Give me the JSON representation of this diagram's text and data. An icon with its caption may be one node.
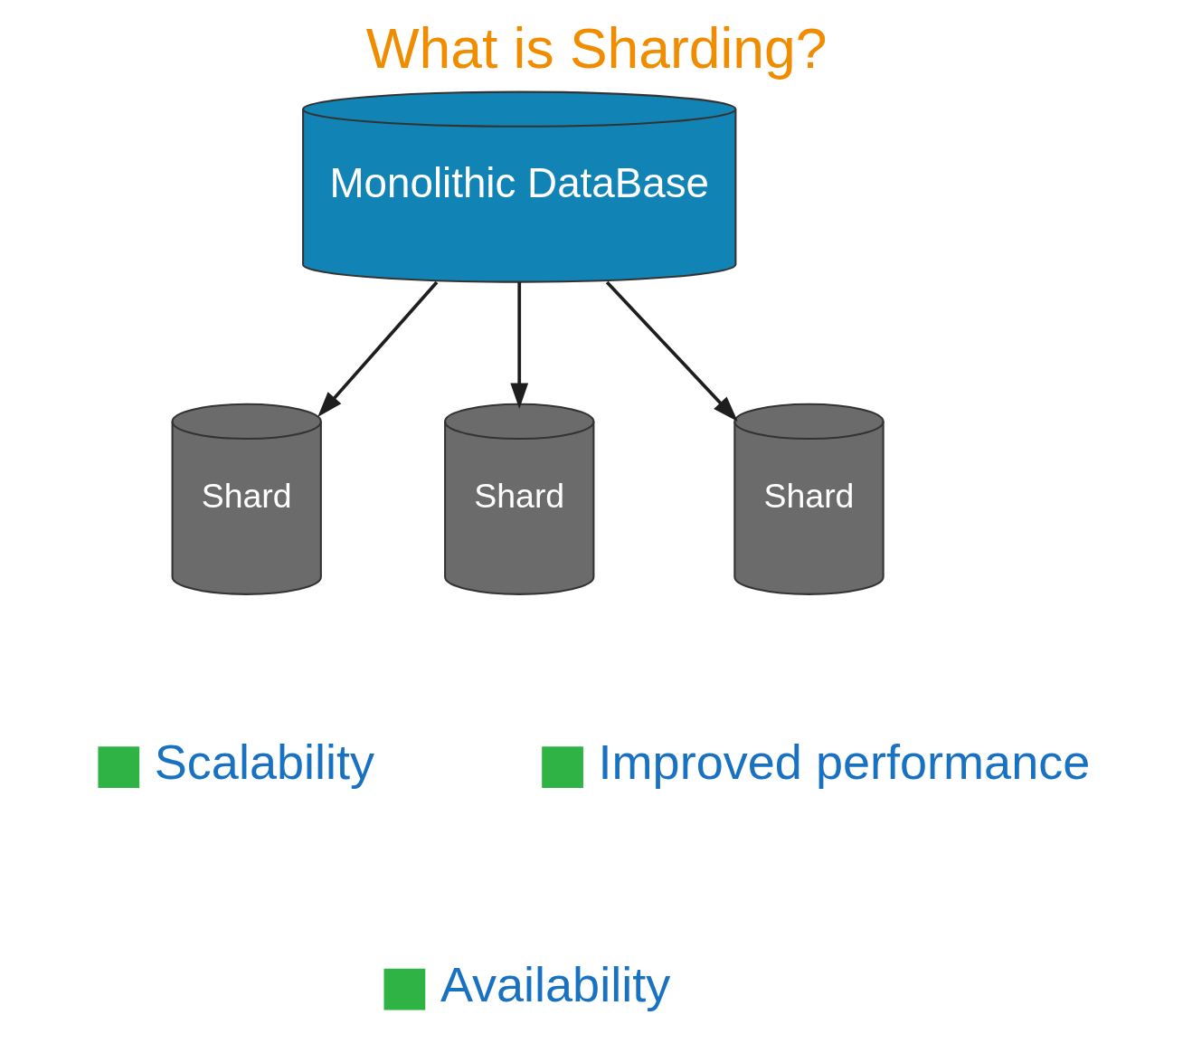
{
  "diagram": {
    "title": "What is Sharding?",
    "nodes": [
      {
        "text": [
          "Monolithic DataBase"
        ]
      },
      {
        "text": [
          "Shard"
        ]
      },
      {
        "text": [
          "Shard"
        ]
      },
      {
        "text": [
          "Shard"
        ]
      }
    ],
    "edges": [
      {
        "from": 0,
        "to": 1,
        "arrow": "to"
      },
      {
        "from": 0,
        "to": 2,
        "arrow": "to"
      },
      {
        "from": 0,
        "to": 3,
        "arrow": "to"
      }
    ],
    "labels": [
      "Scalability",
      "Improved performance",
      "Availability"
    ]
  }
}
